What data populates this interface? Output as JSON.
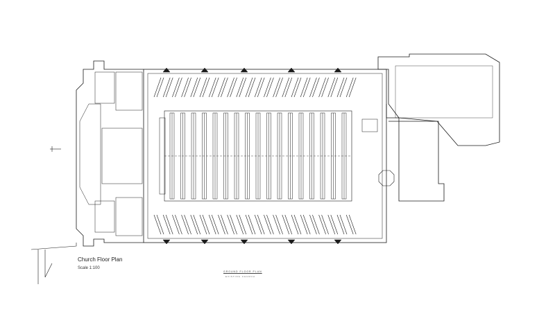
{
  "drawing": {
    "title": "Church Floor Plan",
    "scale": "Scale 1:100",
    "sheet_label": "GROUND FLOOR PLAN",
    "sheet_sub": "EXISTING CHURCH"
  },
  "colors": {
    "line": "#1a1a1a",
    "light": "#666666",
    "paper": "#ffffff"
  }
}
